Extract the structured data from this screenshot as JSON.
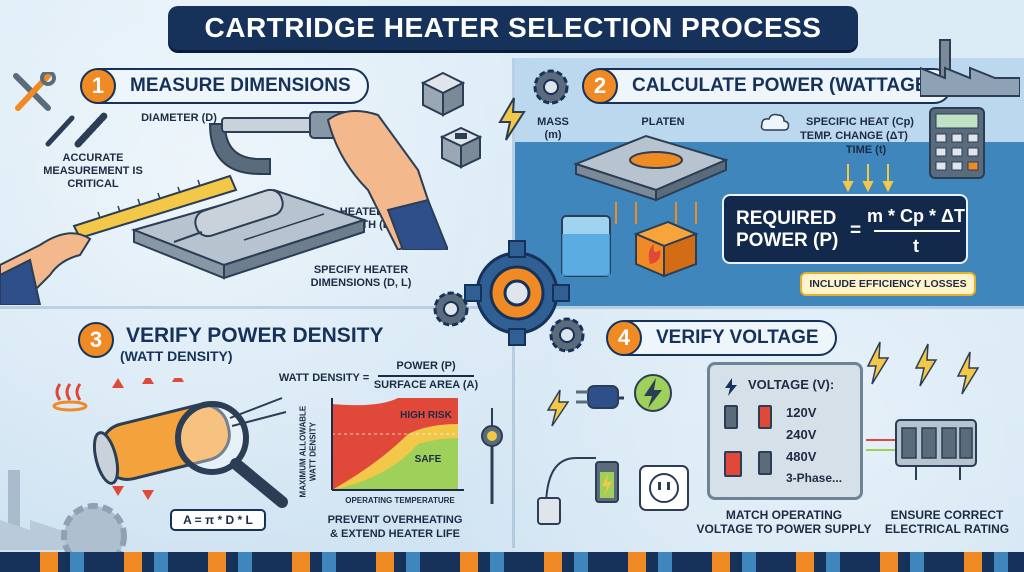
{
  "title": "CARTRIDGE HEATER SELECTION PROCESS",
  "steps": [
    {
      "num": "1",
      "label": "MEASURE DIMENSIONS"
    },
    {
      "num": "2",
      "label": "CALCULATE POWER (WATTAGE)"
    },
    {
      "num": "3",
      "label": "VERIFY POWER DENSITY",
      "sublabel": "(WATT DENSITY)"
    },
    {
      "num": "4",
      "label": "VERIFY VOLTAGE"
    }
  ],
  "q1": {
    "accurate": "ACCURATE MEASUREMENT IS CRITICAL",
    "diameter": "DIAMETER (D)",
    "heated_length": "HEATED LENGTH (L)",
    "specify": "SPECIFY HEATER DIMENSIONS (D, L)"
  },
  "q2": {
    "mass": "MASS (m)",
    "platen": "PLATEN",
    "specific_heat": "SPECIFIC HEAT (Cp)",
    "temp_change": "TEMP. CHANGE (ΔT)",
    "time": "TIME (t)",
    "required_1": "REQUIRED",
    "required_2": "POWER (P)",
    "equals": "=",
    "numerator": "m * Cp * ΔT",
    "denominator": "t",
    "efficiency": "INCLUDE EFFICIENCY LOSSES"
  },
  "q3": {
    "watt_density": "WATT DENSITY =",
    "power": "POWER (P)",
    "surface_area": "SURFACE AREA (A)",
    "y_axis": "MAXIMUM ALLOWABLE WATT DENSITY",
    "x_axis": "OPERATING TEMPERATURE",
    "high_risk": "HIGH RISK",
    "safe": "SAFE",
    "area_formula": "A = π * D * L",
    "prevent_1": "PREVENT OVERHEATING",
    "prevent_2": "& EXTEND HEATER LIFE"
  },
  "q4": {
    "voltage_label": "VOLTAGE (V):",
    "voltages": [
      "120V",
      "240V",
      "480V",
      "3-Phase..."
    ],
    "match_1": "MATCH OPERATING",
    "match_2": "VOLTAGE TO POWER SUPPLY",
    "ensure_1": "ENSURE CORRECT",
    "ensure_2": "ELECTRICAL RATING"
  },
  "colors": {
    "navy": "#16325a",
    "orange": "#f08a24",
    "blue": "#3f86bd",
    "safe_green": "#9fd15a",
    "risk_red": "#e0483a"
  }
}
